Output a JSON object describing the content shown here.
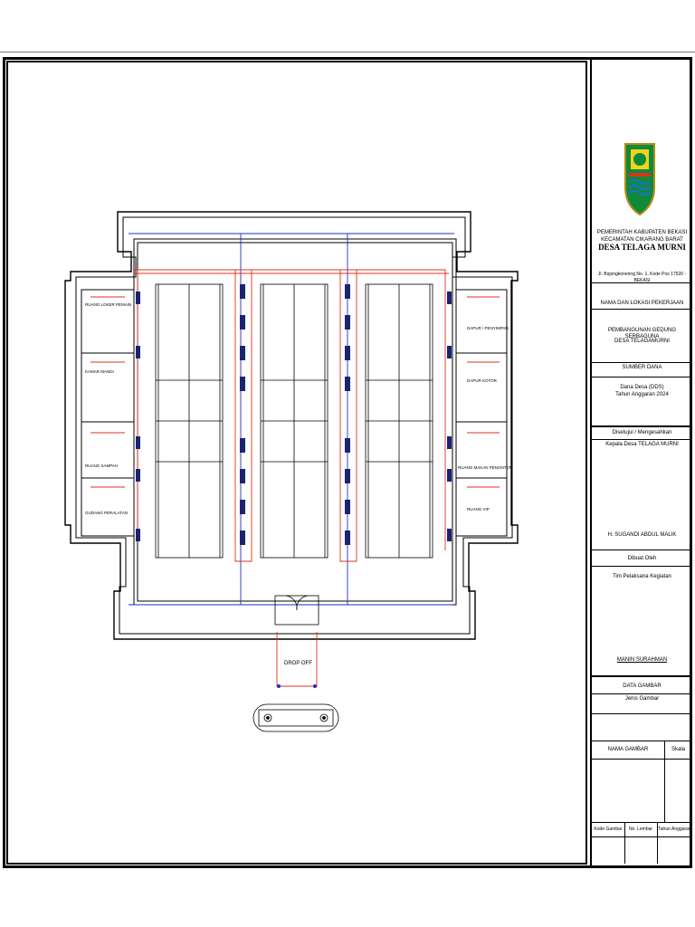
{
  "plan": {
    "rooms": {
      "left_1": "RUANG LOKER PEMAIN",
      "left_2": "KAMAR MANDI",
      "left_3": "RUANG SAMPAH",
      "left_4": "GUDANG PERALATAN",
      "right_1": "DAPUR / PENYIMPAN",
      "right_2": "DAPUR KOTOR",
      "right_3": "RUANG MAKAN PENONTON",
      "right_4": "RUANG VIP"
    },
    "drop_off_label": "DROP OFF"
  },
  "title_block": {
    "gov_line1": "PEMERINTAH KABUPATEN BEKASI",
    "gov_line2": "KECAMATAN CIKARANG BARAT",
    "village_name": "DESA TELAGA MURNI",
    "address": "Jl. Bojongkonenng No. 1, Kode Pos 17520 - BEKASI",
    "project_header": "NAMA DAN LOKASI PEKERJAAN",
    "project_line1": "PEMBANGUNAN GEDUNG SERBAGUNA",
    "project_line2": "DESA TELAGAMURNI",
    "fund_header": "SUMBER DANA",
    "fund_line1": "Dana Desa (DDS)",
    "fund_line2": "Tahun Anggaran 2024",
    "approval_header": "Disetujui / Mengesahkan",
    "approval_title": "Kepala Desa TELAGA MURNI",
    "approval_name": "H. SUGANDI ABDUL MALIK",
    "made_header": "Dibuat Oleh",
    "made_title": "Tim Pelaksana Kegiatan",
    "made_name": "MANIN SURAHMAN",
    "data_header": "DATA GAMBAR",
    "drawing_type": "Jenis Gambar",
    "drawing_name": "NAMA GAMBAR",
    "scale": "Skala",
    "code": "Kode Gambar",
    "sheet": "No. Lembar",
    "year": "Tahun Anggaran"
  }
}
